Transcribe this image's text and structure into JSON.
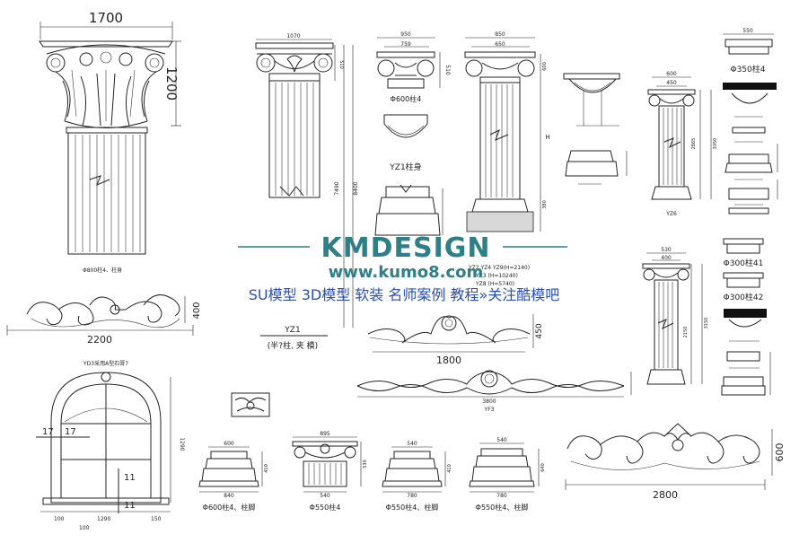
{
  "watermark": {
    "brand": "KMDESIGN",
    "url": "www.kumo8.com",
    "slogan": "SU模型 3D模型 软装 名师案例 教程»关注酷模吧",
    "brand_color": "#2f7f86",
    "slogan_color": "#2a4fb5"
  },
  "drawing": {
    "corinthian": {
      "width_dim": "1700",
      "height_dim": "1200",
      "label": "Φ800柱4、柱身"
    },
    "scroll_small": {
      "width_dim": "2200",
      "height_dim": "400"
    },
    "ionic_main": {
      "width_dim": "1070",
      "dim_side_1": "7490",
      "dim_side_2": "8400",
      "label": "YZ1",
      "sublabel": "(半?柱, 夹 模)"
    },
    "cap_600": {
      "dim_top_1": "950",
      "dim_top_2": "759",
      "dim_side": "510",
      "label": "Φ600柱4",
      "label_2": "YZ1柱身"
    },
    "ionic_yz2": {
      "dim_top_1": "850",
      "dim_top_2": "650",
      "dim_side_1": "600",
      "dim_side_2": "H",
      "dim_side_3": "380",
      "label_1": "YZ2 YZ4 YZ9(H=2140)",
      "label_2": "YZ3 (H=10240)",
      "label_3": "YZ8 (H=5740)"
    },
    "yz6": {
      "dim_top_1": "600",
      "dim_top_2": "450",
      "dim_side_1": "2865",
      "dim_side_2": "3350",
      "label": "YZ6"
    },
    "col_right_top": {
      "dim_top": "550",
      "label_1": "Φ350柱4"
    },
    "col_right_bottom": {
      "dim_top_1": "530",
      "dim_top_2": "400",
      "dim_side_1": "2150",
      "dim_side_2": "3150"
    },
    "caps_right": {
      "label_1": "Φ300柱41",
      "label_2": "Φ300柱42"
    },
    "scroll_mid": {
      "width_dim": "1800",
      "height_dim": "450"
    },
    "frieze": {
      "width_dim": "3800",
      "label": "YF3"
    },
    "window": {
      "label": "YD3采用A型石膏7",
      "dim_1": "17",
      "dim_2": "17",
      "dim_3": "11",
      "dim_4": "11",
      "dim_bottom_1": "100",
      "dim_bottom_2": "1290",
      "dim_bottom_3": "150",
      "dim_bottom_4": "100",
      "dim_side_1": "1290"
    },
    "bases": [
      {
        "top_dim": "600",
        "bottom_dim": "840",
        "side_dim": "410",
        "label": "Φ600柱4、柱脚"
      },
      {
        "top_dim": "895",
        "bottom_dim": "540",
        "side_dim": "530",
        "label": "Φ550柱4"
      },
      {
        "top_dim": "540",
        "bottom_dim": "780",
        "side_dim": "410",
        "label": "Φ550柱4、柱脚"
      },
      {
        "top_dim": "540",
        "bottom_dim": "780",
        "side_dim": "640",
        "label": "Φ550柱4、柱脚"
      }
    ],
    "scroll_large": {
      "width_dim": "2800",
      "height_dim": "600"
    }
  }
}
